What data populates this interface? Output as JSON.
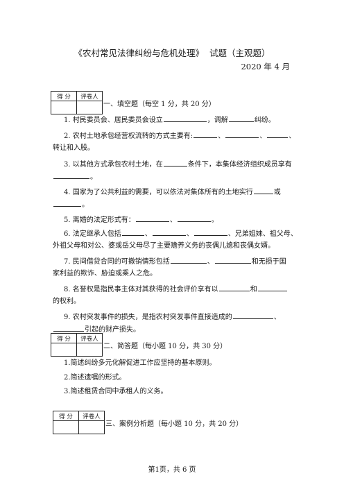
{
  "header": {
    "title": "《农村常见法律纠纷与危机处理》  试题（主观题）",
    "date": "2020 年 4 月"
  },
  "score_box": {
    "score_label": "得  分",
    "grader_label": "评卷人"
  },
  "section1": {
    "heading": "一、填空题（每空 1 分，共 20 分）",
    "q1": {
      "a": "1. 村民委员会、居民委员会设立",
      "b": "，调解",
      "c": "纠纷。"
    },
    "q2": {
      "a": "2. 农村土地承包经营权流转的方式主要有:",
      "b": "、",
      "c": "、",
      "d": "、",
      "e": "转让和入股。"
    },
    "q3": {
      "a": "3. 以其他方式承包农村土地，在",
      "b": "条件下，本集体经济组织成员享有",
      "c": "。"
    },
    "q4": {
      "a": "4. 国家为了公共利益的需要，可以依法对集体所有的土地实行",
      "b": "或",
      "c": "。"
    },
    "q5": {
      "a": "5. 离婚的法定形式有：",
      "b": "、",
      "c": "。"
    },
    "q6": {
      "a": "6. 法定继承人包括",
      "b": "、",
      "c": "、",
      "d": "、兄弟姐妹、祖父母、",
      "e": "外祖父母和对公、婆或岳父母尽了主要赡养义务的丧偶儿媳和丧偶女婿。"
    },
    "q7": {
      "a": "7. 民间借贷合同的可撤销情形包括",
      "b": "、",
      "c": "和无损于国",
      "d": "家利益的欺诈、胁迫或乘人之危。"
    },
    "q8": {
      "a": "8. 名誉权是指民事主体对其获得的社会评价享有以",
      "b": "和",
      "c": "的权利。"
    },
    "q9": {
      "a": "9. 农村突发事件的损失，是指农村突发事件直接造成的",
      "b": "、",
      "c": "引起的财产损失。"
    }
  },
  "section2": {
    "heading": "二、简答题（每小题 10 分，共 30 分）",
    "q1": "1.简述纠纷多元化解促进工作应坚持的基本原则。",
    "q2": "2.简述遗嘱的形式。",
    "q3": "3.简述租赁合同中承租人的义务。"
  },
  "section3": {
    "heading": "三、案例分析题（每小题 10 分，共 20 分）"
  },
  "footer": {
    "page": "第1页，共 6 页"
  }
}
